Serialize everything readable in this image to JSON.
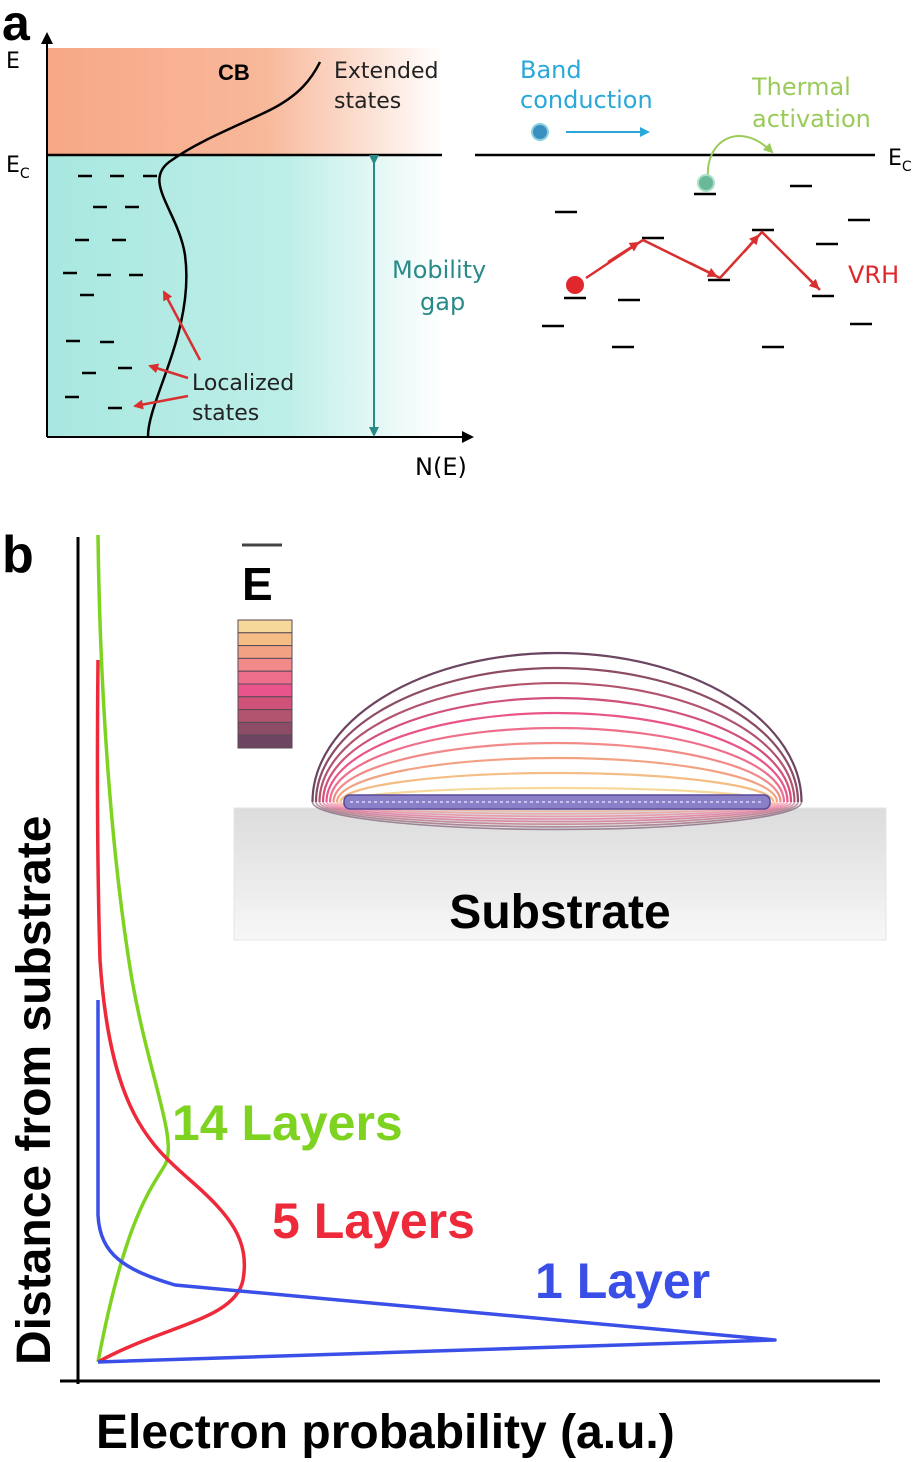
{
  "panel_a": {
    "label": "a",
    "axis_y": "E",
    "axis_x": "N(E)",
    "ec_left": "E",
    "ec_right": "E",
    "ec_sub": "C",
    "cb_label": "CB",
    "extended_states": [
      "Extended",
      "states"
    ],
    "localized_states": [
      "Localized",
      "states"
    ],
    "mobility_gap": [
      "Mobility",
      "gap"
    ],
    "band_conduction": [
      "Band",
      "conduction"
    ],
    "thermal_activation": [
      "Thermal",
      "activation"
    ],
    "vrh": "VRH",
    "colors": {
      "cb_fill": "#f7a886",
      "gap_fill": "#a8e8e0",
      "teal_text": "#2a8a8a",
      "band_blue": "#2aa8d8",
      "thermal_green": "#9acb5a",
      "vrh_red": "#e0282c",
      "arrow_red": "#d83030"
    }
  },
  "panel_b": {
    "label": "b",
    "ylabel": "Distance from substrate",
    "xlabel": "Electron probability (a.u.)",
    "field_label": "E",
    "substrate": "Substrate",
    "series": [
      {
        "name": "14 Layers",
        "color": "#7ed321"
      },
      {
        "name": "5 Layers",
        "color": "#ee2a3a"
      },
      {
        "name": "1 Layer",
        "color": "#3a4ee8"
      }
    ],
    "colorbar": [
      "#f6d89a",
      "#f4bd85",
      "#f2a282",
      "#f28a8a",
      "#ee6f8c",
      "#e9558a",
      "#d05278",
      "#b2546e",
      "#8c4c66",
      "#6c4660"
    ]
  }
}
